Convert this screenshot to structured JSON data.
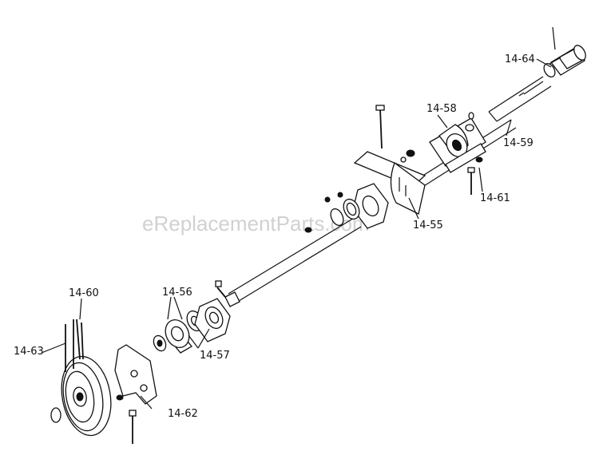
{
  "watermark": "eReplacementParts.com",
  "part_labels": {
    "p55": "14-55",
    "p56": "14-56",
    "p57": "14-57",
    "p58": "14-58",
    "p59": "14-59",
    "p60": "14-60",
    "p61": "14-61",
    "p62": "14-62",
    "p63": "14-63",
    "p64": "14-64"
  }
}
